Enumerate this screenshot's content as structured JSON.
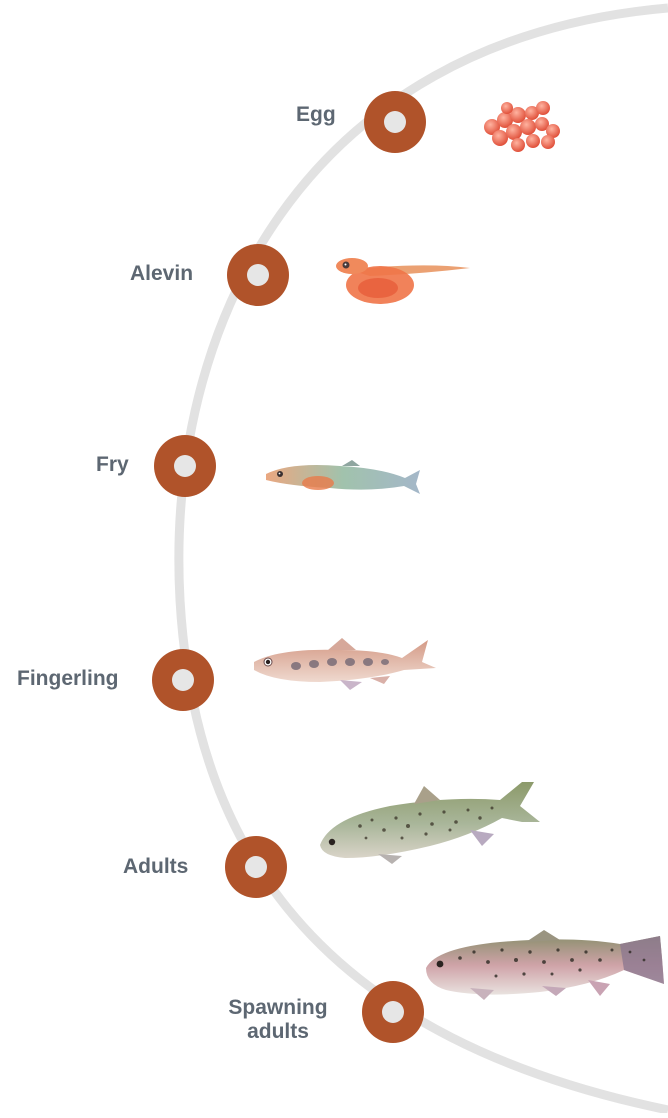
{
  "diagram": {
    "type": "life-cycle",
    "arc_color": "#e2e2e2",
    "node_fill": "#b0532a",
    "node_center_fill": "#e6e6e6",
    "label_color": "#5d6772",
    "stages": [
      {
        "label": "Egg",
        "image": "fish-eggs-illustration"
      },
      {
        "label": "Alevin",
        "image": "alevin-illustration"
      },
      {
        "label": "Fry",
        "image": "fry-illustration"
      },
      {
        "label": "Fingerling",
        "image": "fingerling-illustration"
      },
      {
        "label": "Adults",
        "image": "adult-trout-illustration"
      },
      {
        "label": "Spawning adults",
        "image": "spawning-trout-illustration"
      }
    ]
  }
}
